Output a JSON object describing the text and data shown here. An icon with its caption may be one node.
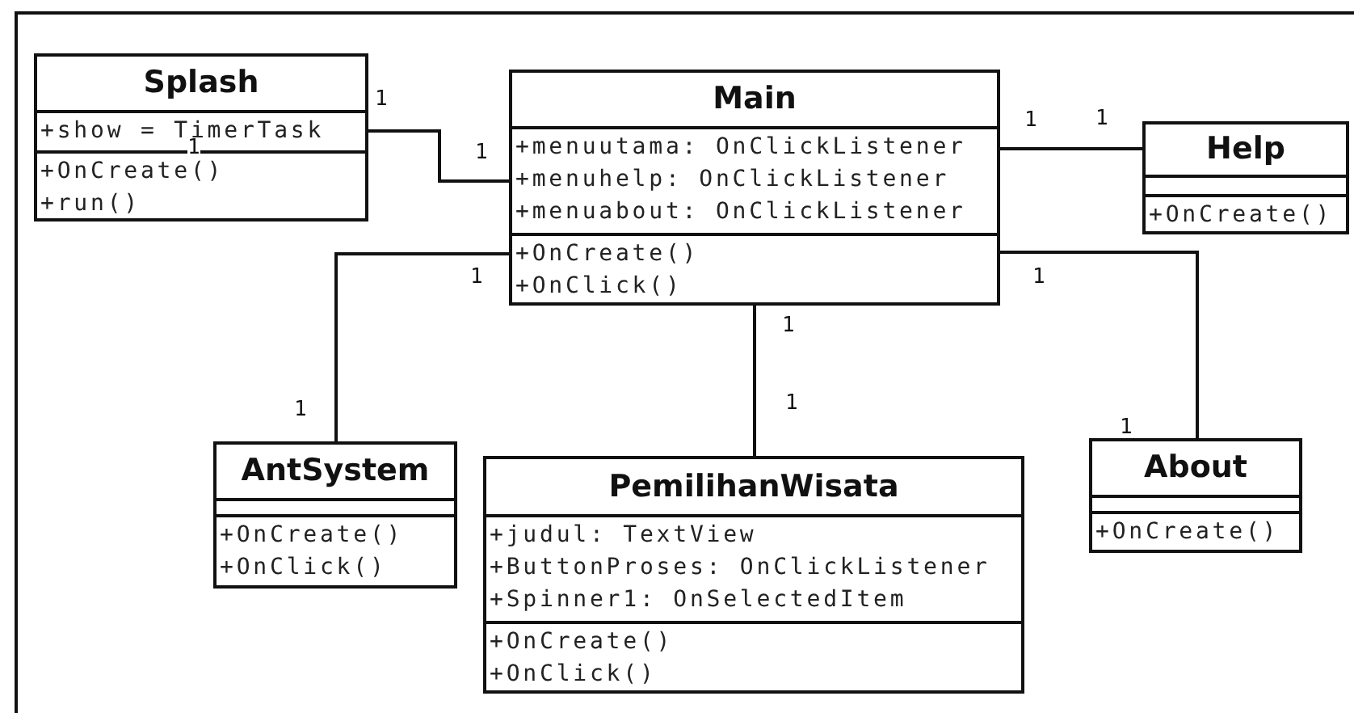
{
  "diagram": {
    "nodes": [
      {
        "text": [
          "Splash"
        ]
      },
      {
        "text": [
          "+show = TimerTask"
        ],
        "in": 0
      },
      {
        "text": [
          "+OnCreate()",
          "+run()"
        ],
        "in": 0
      },
      {
        "text": [
          "Main"
        ]
      },
      {
        "text": [
          "+menuutama: OnClickListener",
          "+menuhelp: OnClickListener",
          "+menuabout: OnClickListener"
        ],
        "in": 3
      },
      {
        "text": [
          "+OnCreate()",
          "+OnClick()"
        ],
        "in": 3
      },
      {
        "text": [
          "Help"
        ]
      },
      {
        "text": [],
        "shape": "box",
        "in": 6
      },
      {
        "text": [
          "+OnCreate()"
        ],
        "in": 6
      },
      {
        "text": [
          "AntSystem"
        ]
      },
      {
        "text": [],
        "shape": "box",
        "in": 9
      },
      {
        "text": [
          "+OnCreate()",
          "+OnClick()"
        ],
        "in": 9
      },
      {
        "text": [
          "PemilihanWisata"
        ]
      },
      {
        "text": [
          "+judul: TextView",
          "+ButtonProses: OnClickListener",
          "+Spinner1: OnSelectedItem"
        ],
        "in": 12
      },
      {
        "text": [
          "+OnCreate()",
          "+OnClick()"
        ],
        "in": 12
      },
      {
        "text": [
          "About"
        ]
      },
      {
        "text": [],
        "shape": "box",
        "in": 15
      },
      {
        "text": [
          "+OnCreate()"
        ],
        "in": 15
      }
    ],
    "edges": [
      {
        "from": 0,
        "to": 3,
        "arrow": "none"
      },
      {
        "from": 3,
        "to": 6,
        "arrow": "none"
      },
      {
        "from": 3,
        "to": 9,
        "arrow": "none"
      },
      {
        "from": 3,
        "to": 12,
        "arrow": "none"
      },
      {
        "from": 3,
        "to": 15,
        "arrow": "none"
      }
    ],
    "labels": [
      "1",
      "1",
      "1",
      "1",
      "1",
      "1",
      "1",
      "1",
      "1",
      "1",
      "1"
    ]
  }
}
